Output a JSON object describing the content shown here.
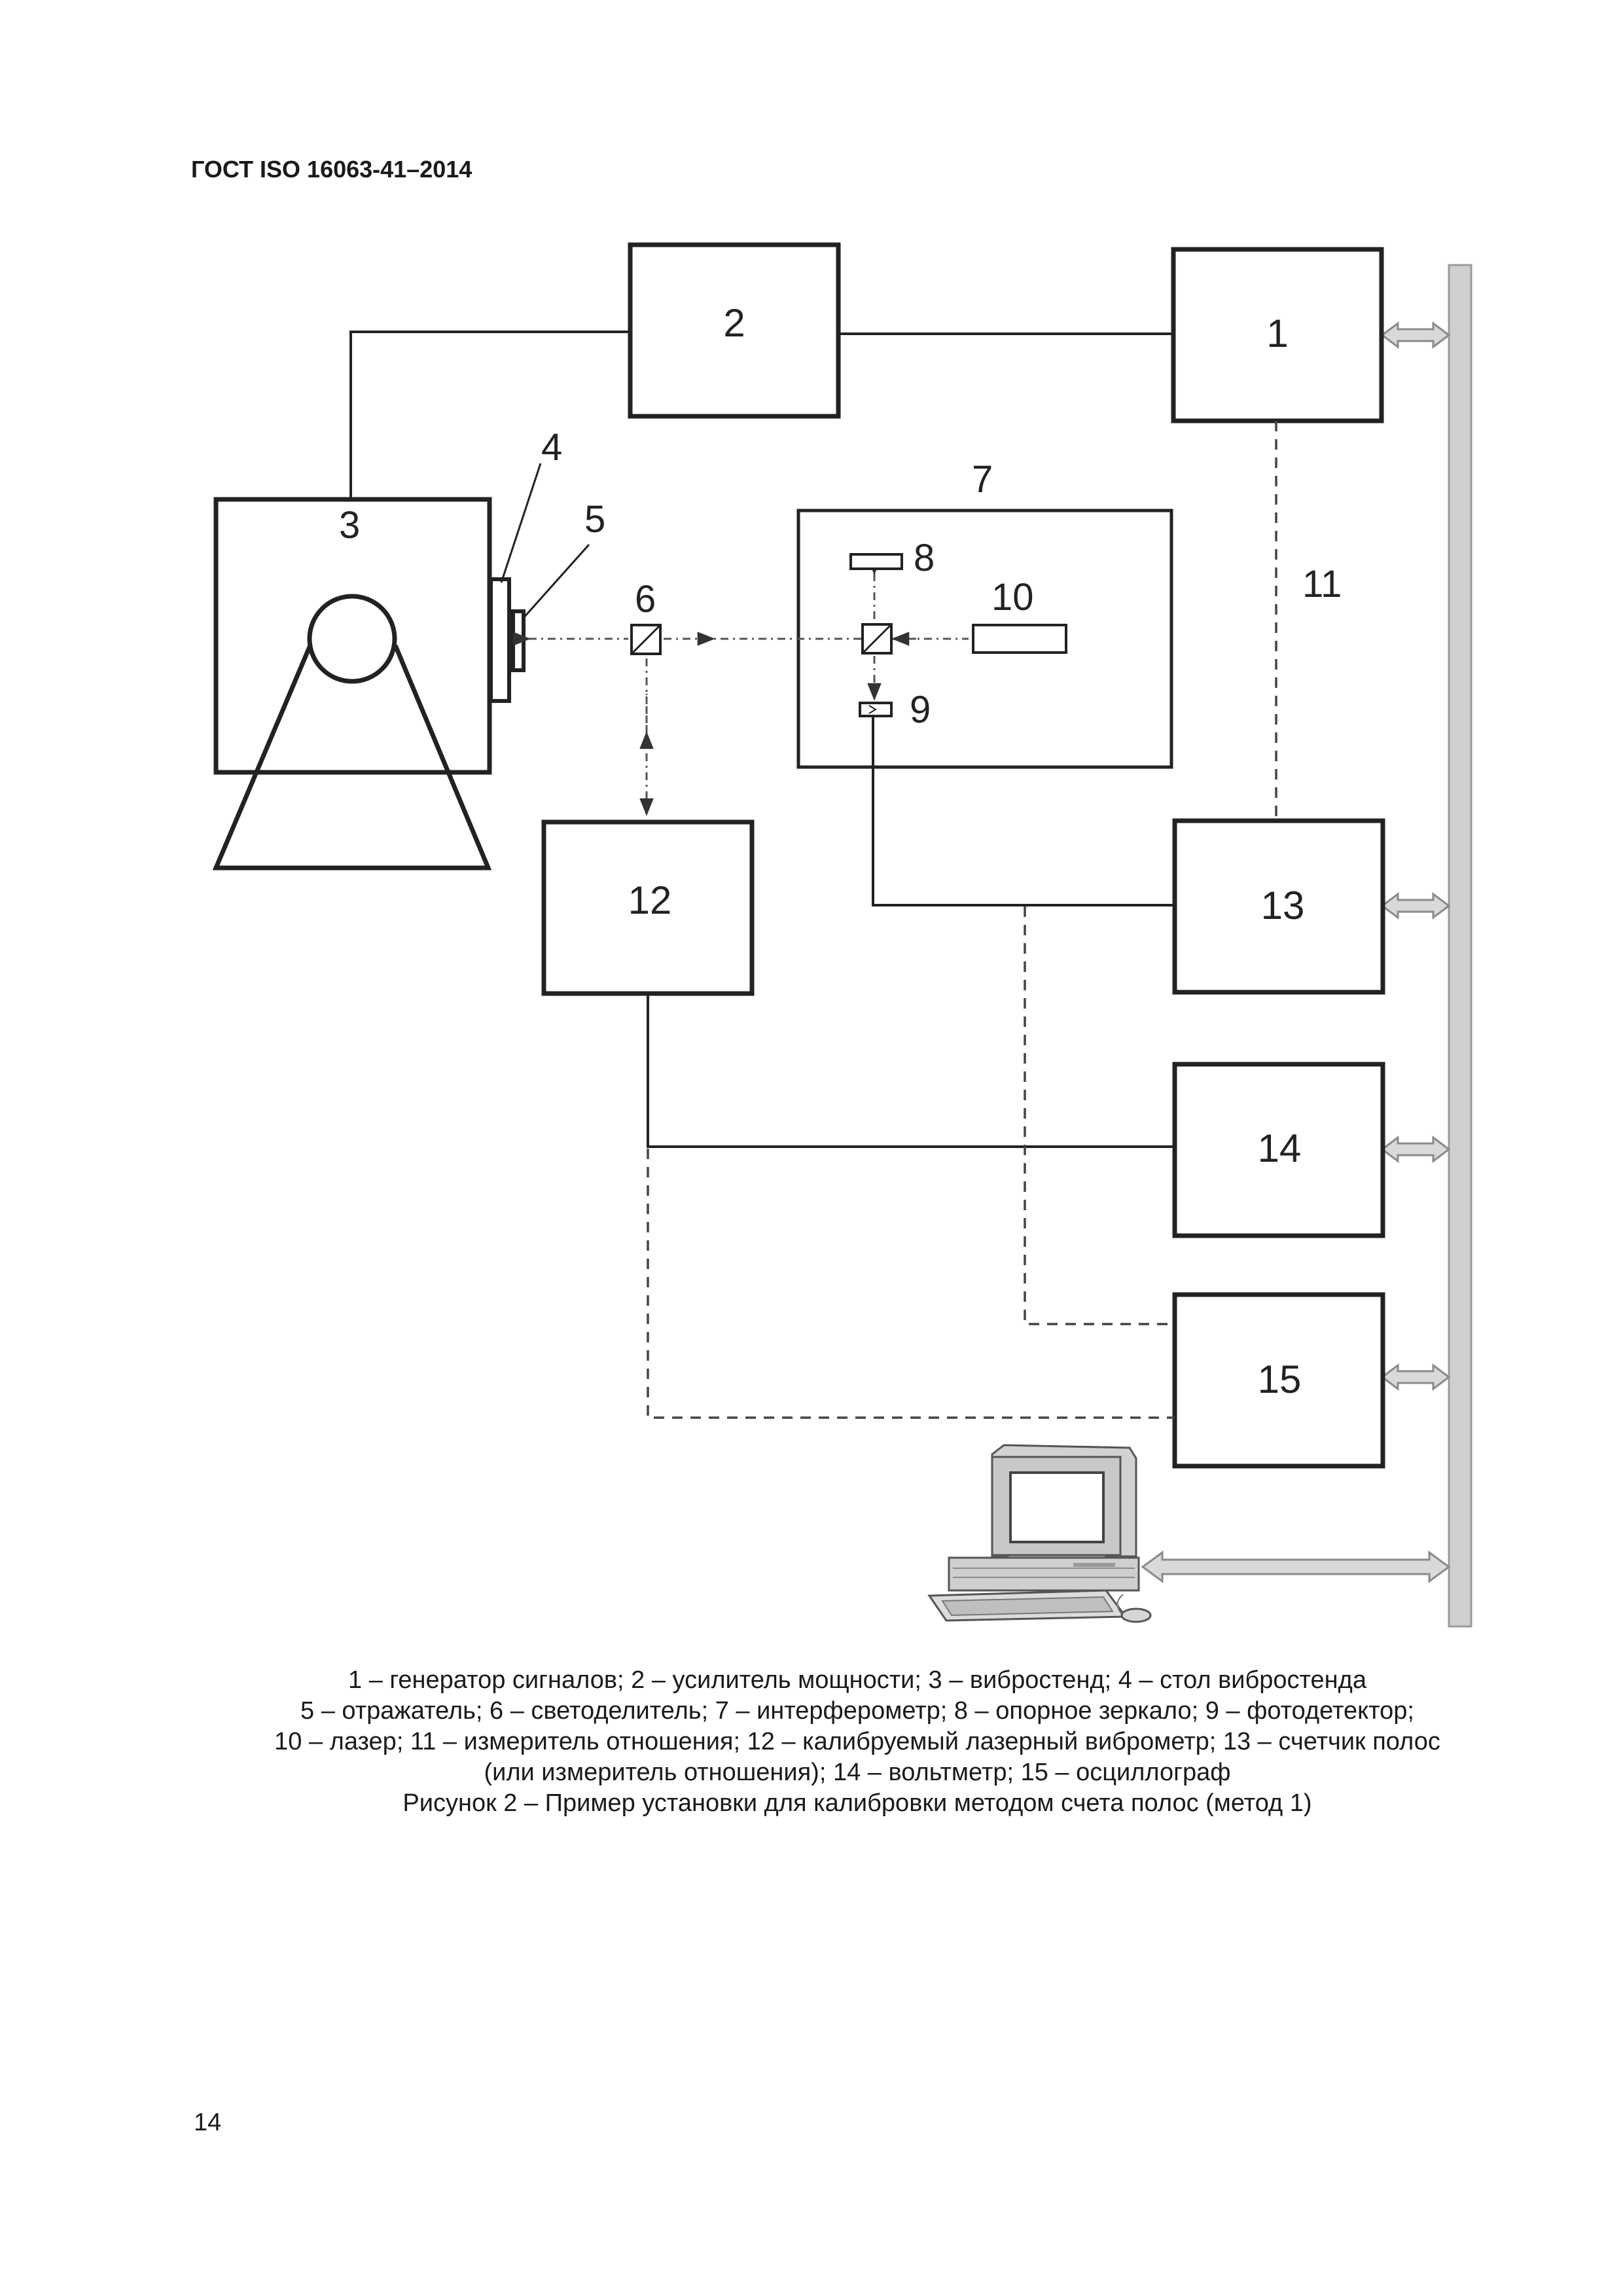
{
  "document": {
    "header": "ГОСТ ISO 16063-41–2014",
    "page_number": "14"
  },
  "figure": {
    "boxes": [
      {
        "id": "box-1",
        "label": "1"
      },
      {
        "id": "box-2",
        "label": "2"
      },
      {
        "id": "box-12",
        "label": "12"
      },
      {
        "id": "box-13",
        "label": "13"
      },
      {
        "id": "box-14",
        "label": "14"
      },
      {
        "id": "box-15",
        "label": "15"
      }
    ],
    "labels": {
      "n3": "3",
      "n4": "4",
      "n5": "5",
      "n6": "6",
      "n7": "7",
      "n8": "8",
      "n9": "9",
      "n10": "10",
      "n11": "11"
    },
    "caption": [
      "1 – генератор сигналов; 2 – усилитель мощности; 3 – вибростенд; 4 – стол вибростенда",
      "5 – отражатель; 6 – светоделитель; 7 – интерферометр; 8 – опорное зеркало; 9 – фотодетектор;",
      "10 – лазер; 11 – измеритель отношения; 12 – калибруемый лазерный виброметр; 13 – счетчик полос",
      "(или измеритель отношения); 14 – вольтметр; 15 – осциллограф"
    ],
    "title": "Рисунок 2 – Пример установки для калибровки методом счета полос (метод 1)"
  },
  "colors": {
    "line": "#222222",
    "bus": "#cfcfcf",
    "dashed": "#444444"
  }
}
